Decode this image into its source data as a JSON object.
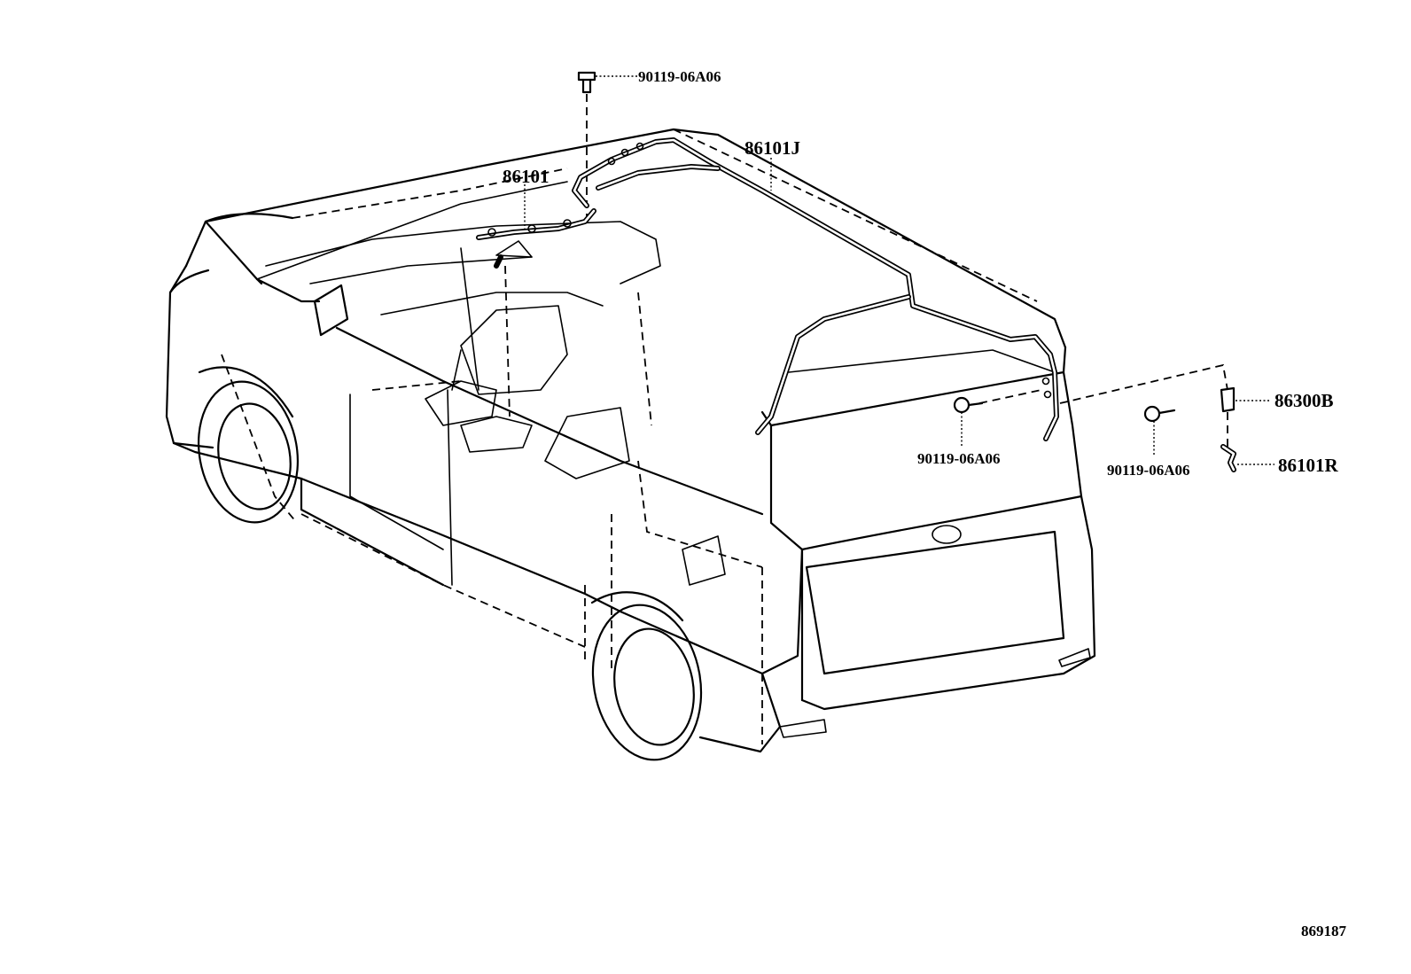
{
  "diagram": {
    "part_labels": {
      "bolt_top": "90119-06A06",
      "harness_main": "86101",
      "harness_roof": "86101J",
      "bolt_rear": "90119-06A06",
      "bolt_side": "90119-06A06",
      "part_86300B": "86300B",
      "part_86101R": "86101R"
    },
    "figure_number": "869187"
  }
}
